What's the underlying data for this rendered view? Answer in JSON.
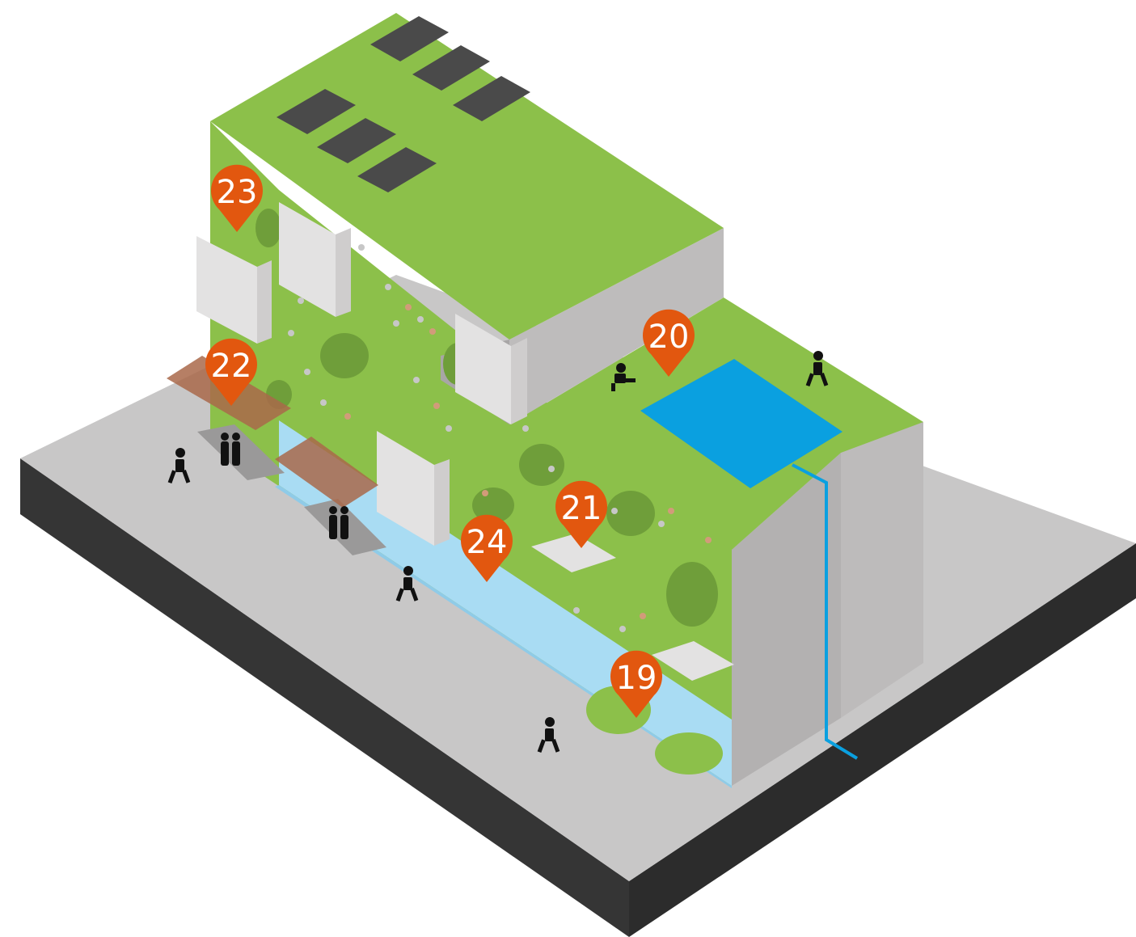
{
  "diagram": {
    "colors": {
      "green": "#8cc04a",
      "green_dark": "#6f9e3a",
      "wall_light": "#e3e2e2",
      "wall_mid": "#bebcbc",
      "wall_dark": "#aaa8a8",
      "ground": "#c8c7c7",
      "base_dark": "#3b3b3b",
      "water": "#0aa0e0",
      "water_light": "#a9dcf3",
      "marker": "#e2570f",
      "solar_panel": "#4a4a4a",
      "pergola": "#a9684a",
      "figure": "#111111"
    },
    "markers": [
      {
        "id": "19",
        "label": "19"
      },
      {
        "id": "20",
        "label": "20"
      },
      {
        "id": "21",
        "label": "21"
      },
      {
        "id": "22",
        "label": "22"
      },
      {
        "id": "23",
        "label": "23"
      },
      {
        "id": "24",
        "label": "24"
      }
    ]
  }
}
